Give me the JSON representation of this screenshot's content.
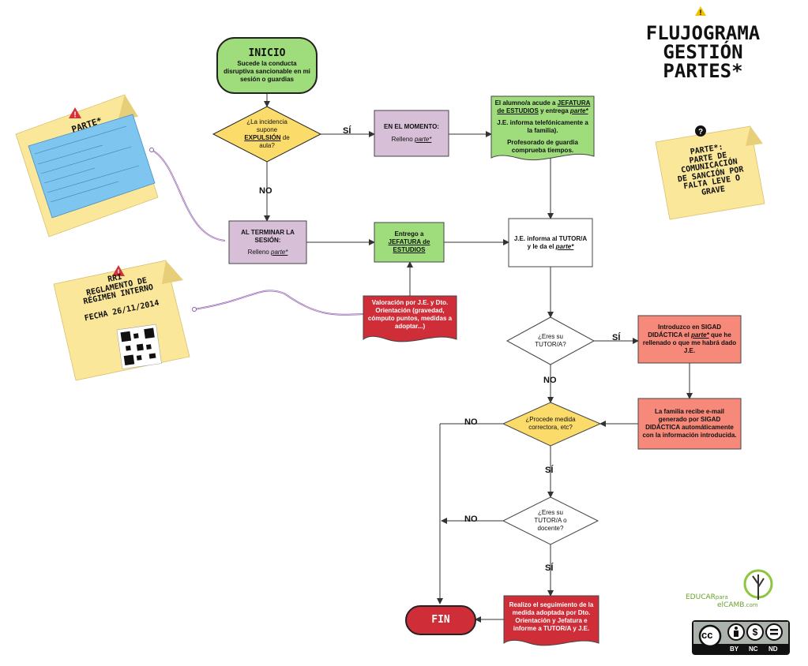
{
  "title": "FLUJOGRAMA\nGESTIÓN\nPARTES*",
  "inicio": {
    "title": "INICIO",
    "text": "Sucede la conducta disruptiva sancionable en mi sesión o guardias"
  },
  "q_expulsion": {
    "pre": "¿La incidencia supone",
    "u": "EXPULSIÓN",
    "post": "de aula?"
  },
  "en_momento": {
    "title": "EN EL MOMENTO:",
    "pre": "Relleno",
    "i": "parte*"
  },
  "je_box": {
    "l1a": "El alumno/a acude a",
    "l1u": "JEFATURA de ESTUDIOS",
    "l1b": " y entrega",
    "l1i": "parte*",
    "l2": "J.E. informa telefónicamente a la familia).",
    "l3": "Profesorado de guardia comprueba tiempos."
  },
  "terminar": {
    "title": "AL TERMINAR LA SESIÓN:",
    "pre": "Relleno",
    "i": "parte*"
  },
  "entrego": {
    "pre": "Entrego a",
    "u": "JEFATURA de ESTUDIOS"
  },
  "informa": {
    "pre": "J.E. informa al TUTOR/A y le da el",
    "i": "parte*"
  },
  "valoracion": {
    "text": "Valoración por J.E. y Dto. Orientación (gravedad, cómputo puntos, medidas a adoptar...)"
  },
  "q_tutor": {
    "text": "¿Eres su TUTOR/A?"
  },
  "introduzco": {
    "pre": "Introduzco en SIGAD DIDÁCTICA el",
    "i": "parte*",
    "post": "que he rellenado o que me habrá dado J.E."
  },
  "familia": {
    "text": "La familia recibe e-mail generado por SIGAD DIDÁCTICA automáticamente con la información introducida."
  },
  "q_medida": {
    "text": "¿Procede medida correctora, etc?"
  },
  "q_docente": {
    "text": "¿Eres su TUTOR/A o docente?"
  },
  "seguimiento": {
    "text": "Realizo el seguimiento de la medida adoptada por Dto. Orientación y Jefatura e informe a TUTOR/A y J.E."
  },
  "fin": {
    "text": "FIN"
  },
  "labels": {
    "si": "SÍ",
    "no": "NO"
  },
  "note_parte": {
    "title": "PARTE*"
  },
  "note_rri": {
    "text": "RRI\nREGLAMENTO DE\nRÉGIMEN INTERNO\n\nFECHA 26/11/2014"
  },
  "note_def": {
    "text": "PARTE*:\nPARTE DE\nCOMUNICACIÓN\nDE SANCIÓN POR\nFALTA LEVE O\nGRAVE"
  },
  "logo": {
    "text1": "EDUCAR",
    "text2": "para",
    "text3": "elCAMB",
    "text4": ".com"
  },
  "cc": {
    "by": "BY",
    "nc": "NC",
    "nd": "ND",
    "cc": "cc"
  },
  "colors": {
    "green": "#9fdc7c",
    "yellow": "#fbdb6a",
    "lilac": "#d7bfd8",
    "red": "#cf2e38",
    "salmon": "#f6897a",
    "note": "#fbe79a"
  }
}
